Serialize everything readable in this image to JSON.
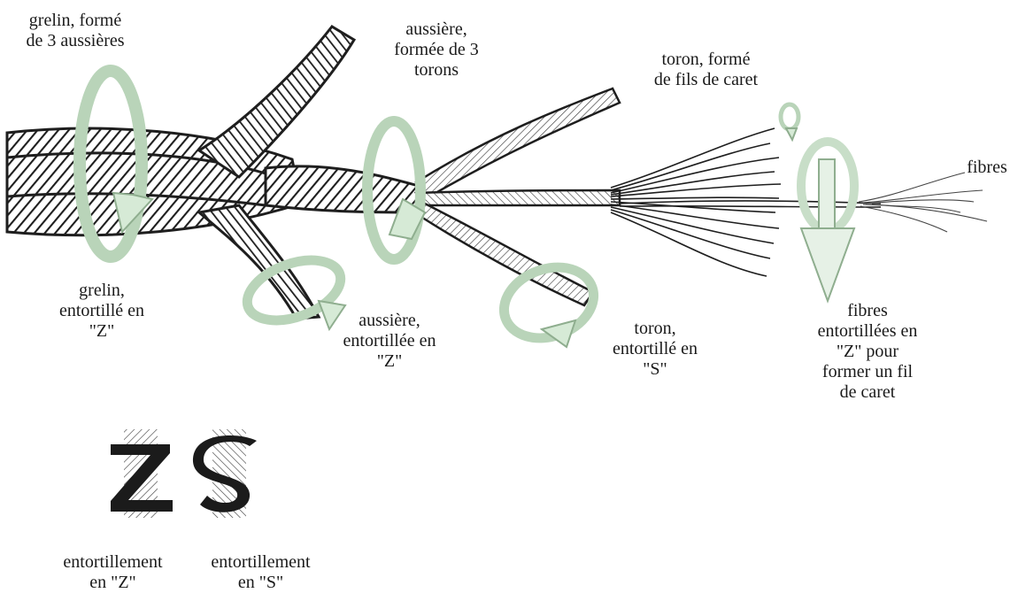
{
  "labels": {
    "grelin_top": [
      "grelin, formé",
      "de 3 aussières"
    ],
    "aussiere_top": [
      "aussière,",
      "formée de 3",
      "torons"
    ],
    "toron_top": [
      "toron, formé",
      "de fils de caret"
    ],
    "fibres_top": [
      "fibres"
    ],
    "grelin_bottom": [
      "grelin,",
      "entortillé en",
      "\"Z\""
    ],
    "aussiere_bottom": [
      "aussière,",
      "entortillée en",
      "\"Z\""
    ],
    "toron_bottom": [
      "toron,",
      "entortillé en",
      "\"S\""
    ],
    "fibres_bottom": [
      "fibres",
      "entortillées en",
      "\"Z\" pour",
      "former un fil",
      "de caret"
    ],
    "twist_z": [
      "entortillement",
      "en \"Z\""
    ],
    "twist_s": [
      "entortillement",
      "en \"S\""
    ]
  },
  "glyphs": {
    "z": "Z",
    "s": "S"
  },
  "colors": {
    "arrow_fill": "#d6ead6",
    "arrow_stroke": "#8fae8f",
    "rope": "#1e1e1e"
  }
}
